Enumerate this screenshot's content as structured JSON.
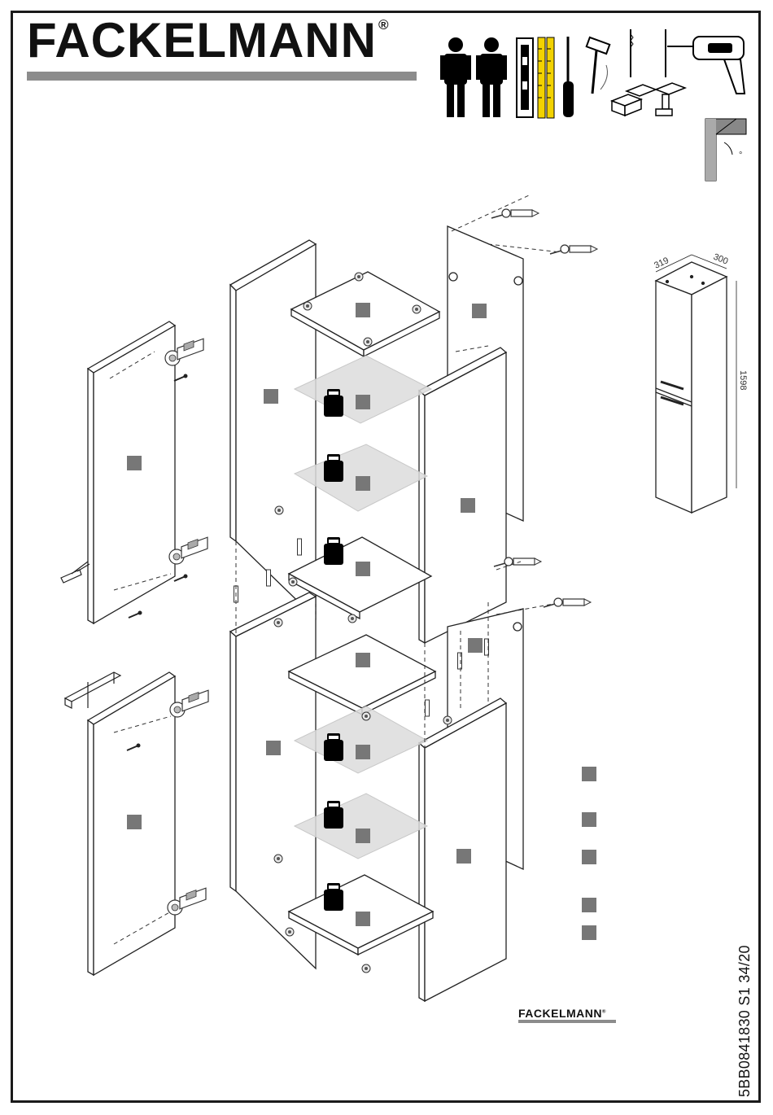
{
  "brand": {
    "name": "FACKELMANN",
    "registered": "®"
  },
  "footer": {
    "brand": "FACKELMANN",
    "registered": "®",
    "document_number": "5BB0841830 S1 34/20"
  },
  "dimensions": {
    "width": "319",
    "depth": "300",
    "height": "1598"
  },
  "angle_symbol": "°",
  "colors": {
    "ink": "#1a1a1a",
    "label_box": "#777777",
    "shelf_glass": "#dcdcdc",
    "brand_bar": "#8c8c8c"
  }
}
